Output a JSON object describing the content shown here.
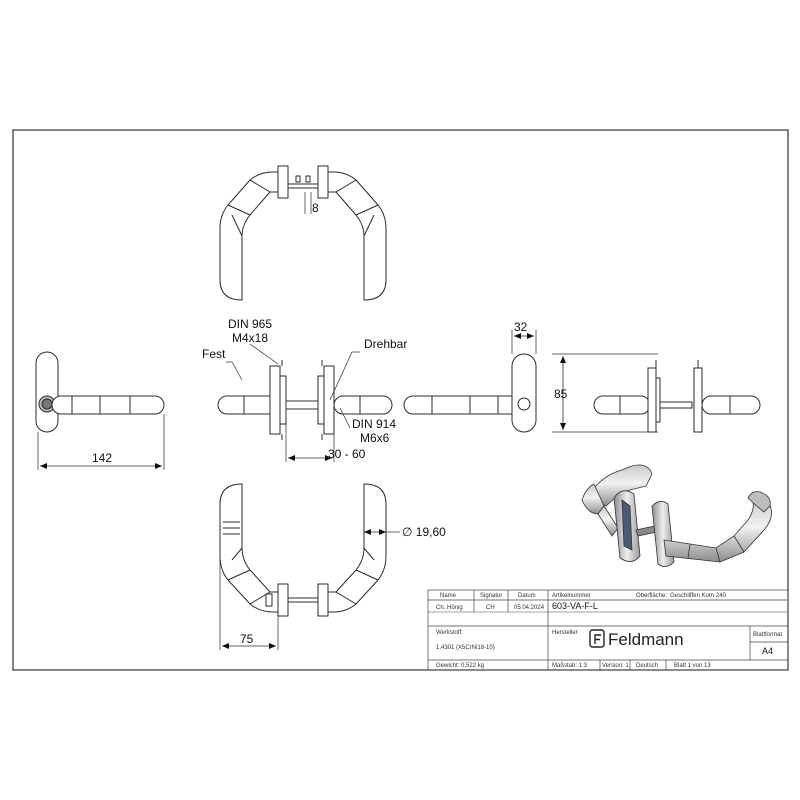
{
  "dimensions": {
    "gap": "8",
    "lock_label_1": "DIN 965",
    "lock_label_2": "M4x18",
    "fixed": "Fest",
    "rotating": "Drehbar",
    "grub_label_1": "DIN 914",
    "grub_label_2": "M6x6",
    "door_range": "30 - 60",
    "rose_width": "32",
    "rose_height": "85",
    "lever_length": "142",
    "diameter": "∅ 19,60",
    "depth": "75"
  },
  "title_block": {
    "headers": {
      "name": "Name",
      "signature": "Signatur",
      "date": "Datum",
      "article": "Artikelnummer",
      "surface": "Oberfläche:"
    },
    "name": "Ch. Hönig",
    "signature": "CH",
    "date": "05.04.2024",
    "article": "603-VA-F-L",
    "surface": "Geschliffen Korn 240",
    "material_label": "Werkstoff:",
    "material": "1.4301 (X5CrNi18-10)",
    "manufacturer_label": "Hersteller",
    "brand": "Feldmann",
    "format_label": "Blattformat",
    "format": "A4",
    "weight": "Gewicht: 0,522 kg",
    "scale": "Maßstab: 1:3",
    "version": "Version: 1",
    "language": "Deutsch",
    "sheet": "Blatt 1 von 13"
  },
  "colors": {
    "line": "#2b2b2b",
    "fill": "#d9d9d9",
    "fill_dark": "#9a9a9a"
  }
}
